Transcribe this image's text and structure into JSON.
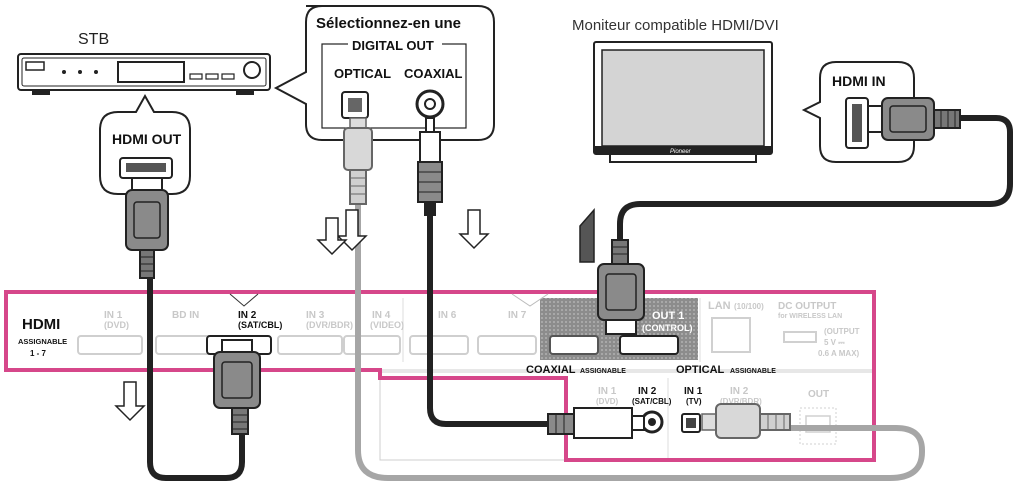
{
  "stb": {
    "label": "STB",
    "port_label": "HDMI OUT"
  },
  "monitor": {
    "label": "Moniteur compatible HDMI/DVI",
    "port_label": "HDMI IN",
    "brand": "Pioneer"
  },
  "digital_out": {
    "title": "Sélectionnez-en une",
    "group": "DIGITAL OUT",
    "optical": "OPTICAL",
    "coaxial": "COAXIAL"
  },
  "receiver": {
    "hdmi_title": "HDMI",
    "assignable": "ASSIGNABLE",
    "assignable_range": "1 - 7",
    "inputs": [
      {
        "label": "IN 1",
        "sub": "(DVD)"
      },
      {
        "label": "BD IN",
        "sub": ""
      },
      {
        "label": "IN 2",
        "sub": "(SAT/CBL)"
      },
      {
        "label": "IN 3",
        "sub": "(DVR/BDR)"
      },
      {
        "label": "IN 4",
        "sub": "(VIDEO)"
      },
      {
        "label": "IN 6",
        "sub": ""
      },
      {
        "label": "IN 7",
        "sub": ""
      }
    ],
    "out1": {
      "label": "OUT 1",
      "sub": "(CONTROL)"
    },
    "lan": {
      "label": "LAN",
      "sub": "(10/100)"
    },
    "dc_output": {
      "label": "DC OUTPUT",
      "sub": "for WIRELESS LAN",
      "spec1": "(OUTPUT",
      "spec2": "5 V ⎓",
      "spec3": "0.6 A MAX)"
    },
    "coaxial": {
      "title": "COAXIAL",
      "assignable": "ASSIGNABLE",
      "in1": "IN 1",
      "in1_sub": "(DVD)",
      "in2": "IN 2",
      "in2_sub": "(SAT/CBL)"
    },
    "optical": {
      "title": "OPTICAL",
      "assignable": "ASSIGNABLE",
      "in1": "IN 1",
      "in1_sub": "(TV)",
      "in2": "IN 2",
      "in2_sub": "(DVR/BDR)",
      "out": "OUT"
    }
  },
  "colors": {
    "highlight": "#d6478a",
    "cable": "#2b2b2b",
    "cable_gray": "#a6a6a6",
    "plug": "#8a8a8a",
    "panel_gray": "#e6e6e6"
  }
}
